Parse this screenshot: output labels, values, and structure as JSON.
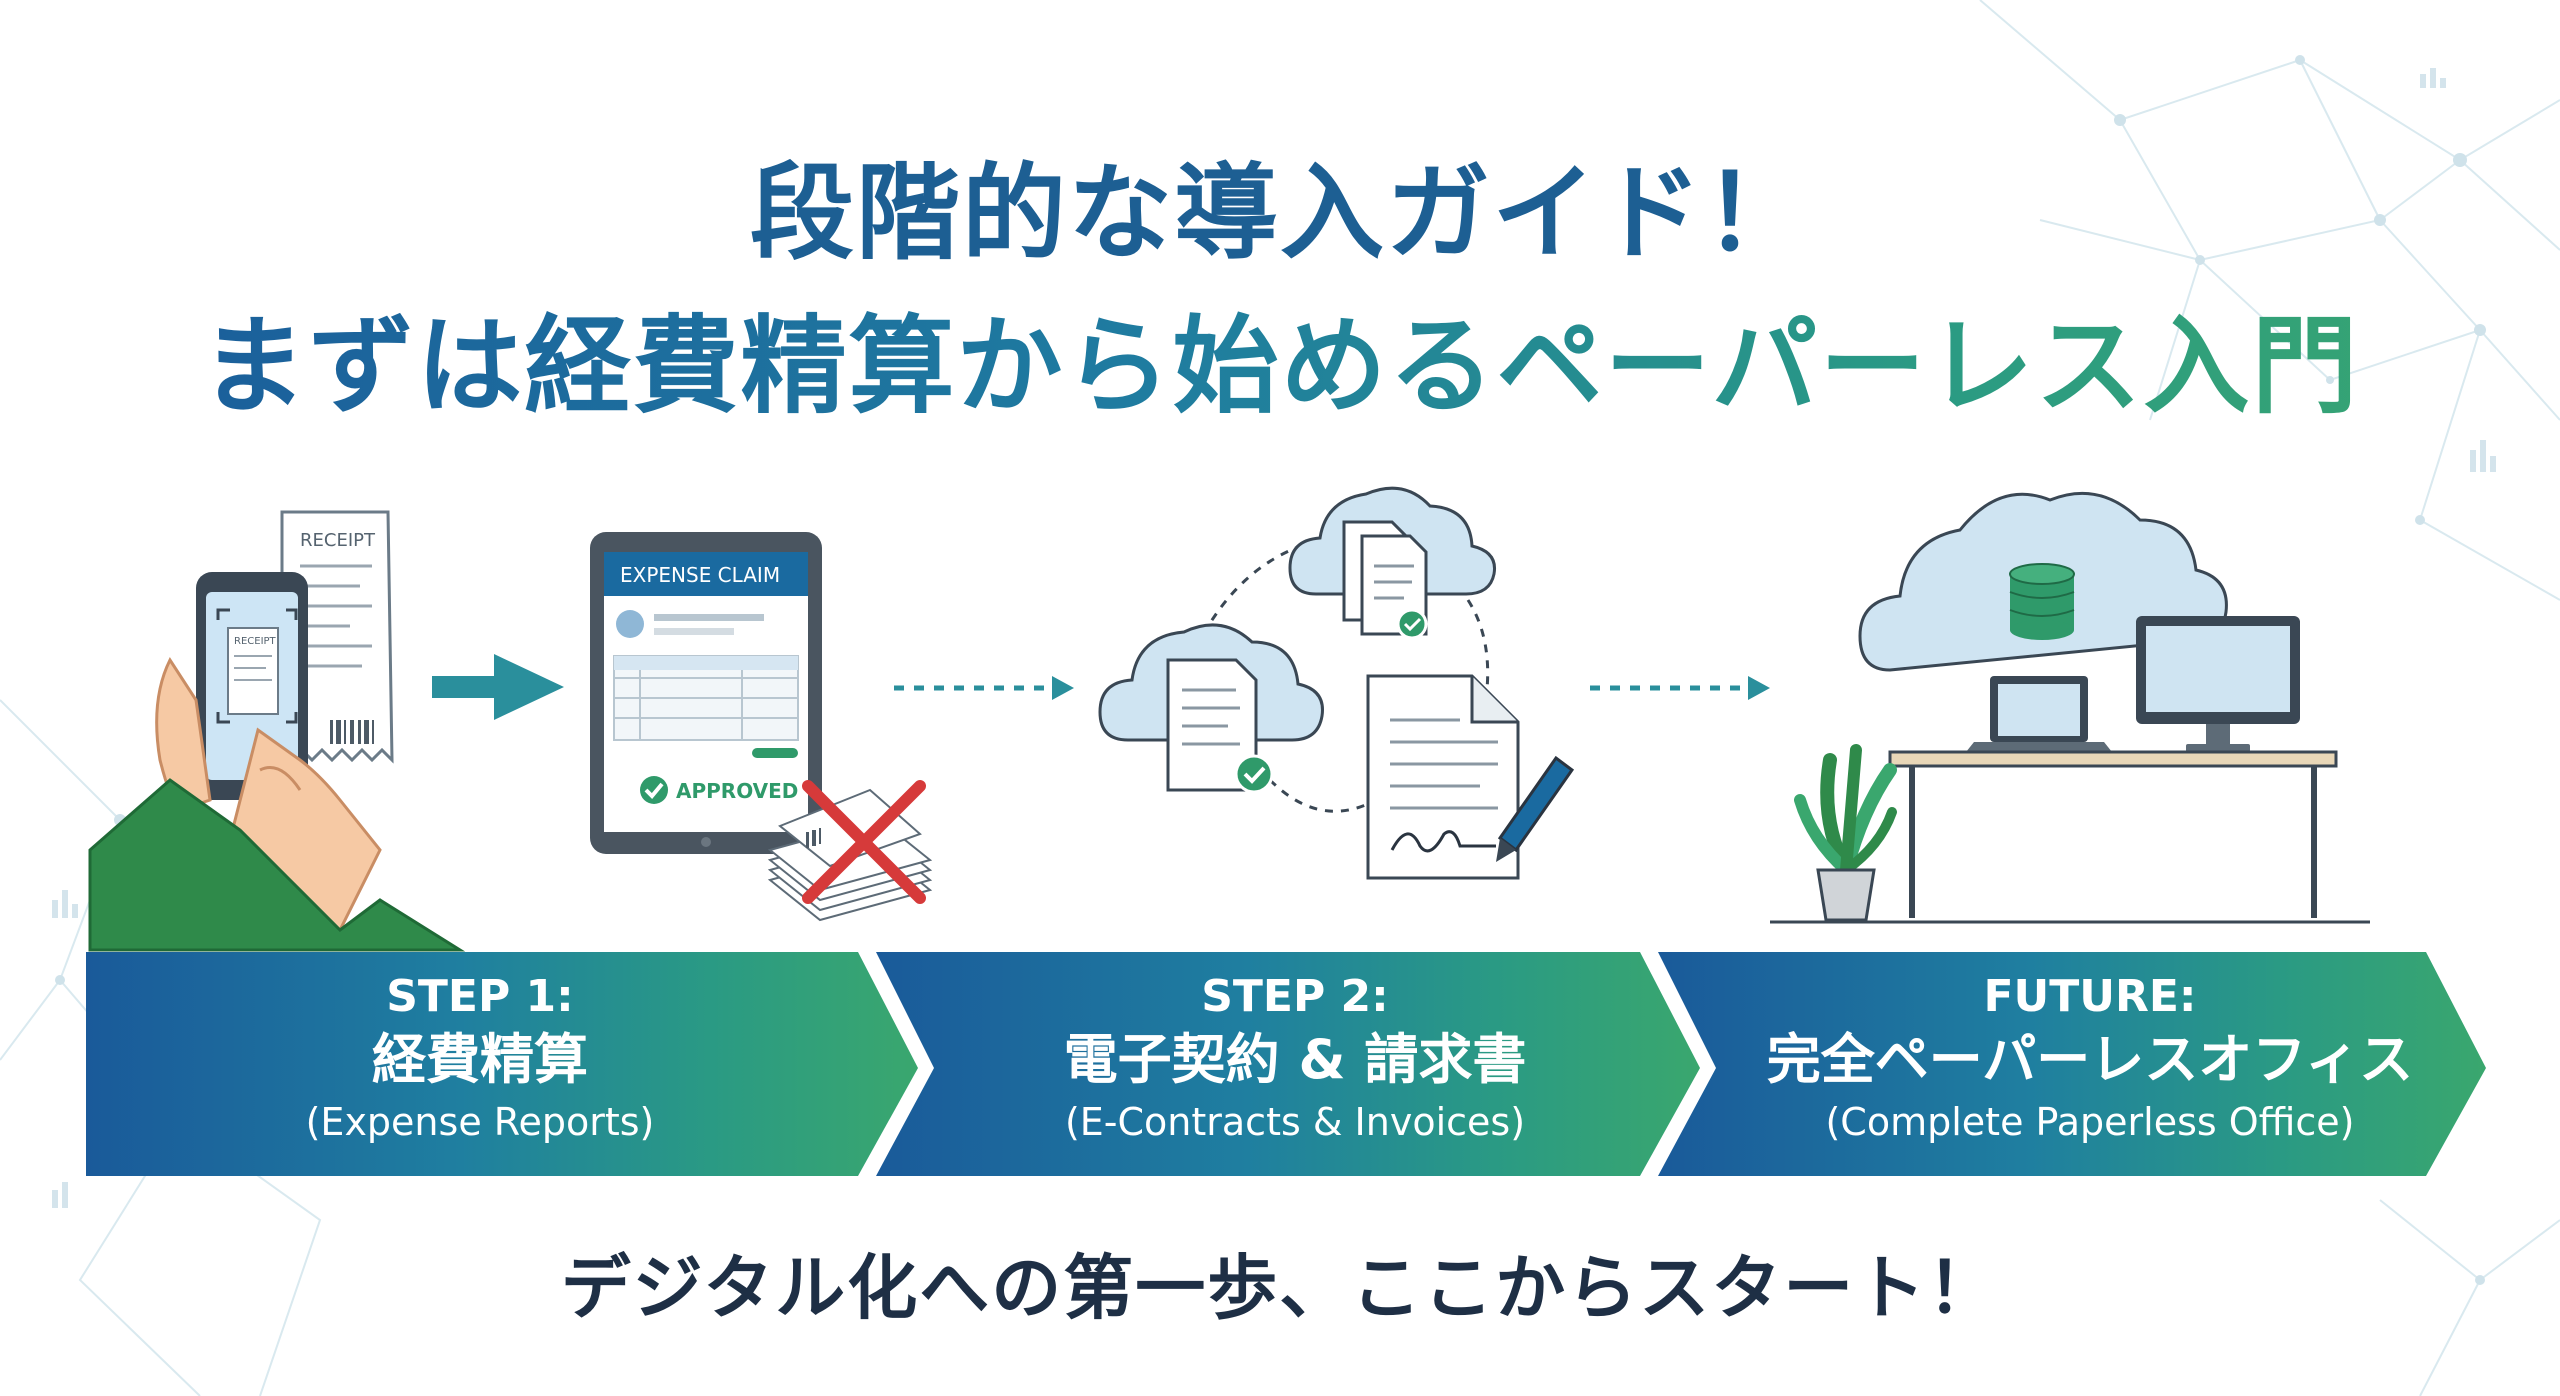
{
  "title": {
    "line1": "段階的な導入ガイド！",
    "line2": "まずは経費精算から始めるペーパーレス入門"
  },
  "illustrations": {
    "receipt_label": "RECEIPT",
    "phone_receipt_label": "RECEIPT",
    "claim_header": "EXPENSE CLAIM",
    "approved_label": "APPROVED"
  },
  "steps": [
    {
      "head": "STEP 1:",
      "jp": "経費精算",
      "en": "(Expense Reports)"
    },
    {
      "head": "STEP 2:",
      "jp": "電子契約 & 請求書",
      "en": "(E-Contracts & Invoices)"
    },
    {
      "head": "FUTURE:",
      "jp": "完全ペーパーレスオフィス",
      "en": "(Complete Paperless Office)"
    }
  ],
  "footer": "デジタル化への第一歩、ここからスタート！",
  "colors": {
    "blue": "#1a5a9a",
    "teal": "#2a8f9c",
    "green": "#3aa76e",
    "cloud": "#cfe4f2",
    "dark_text": "#1e2f45"
  },
  "icons": [
    "phone-icon",
    "receipt-icon",
    "tablet-icon",
    "check-icon",
    "cross-icon",
    "cloud-icon",
    "document-icon",
    "pen-icon",
    "database-icon",
    "laptop-icon",
    "monitor-icon",
    "plant-icon",
    "desk-icon",
    "arrow-icon"
  ]
}
